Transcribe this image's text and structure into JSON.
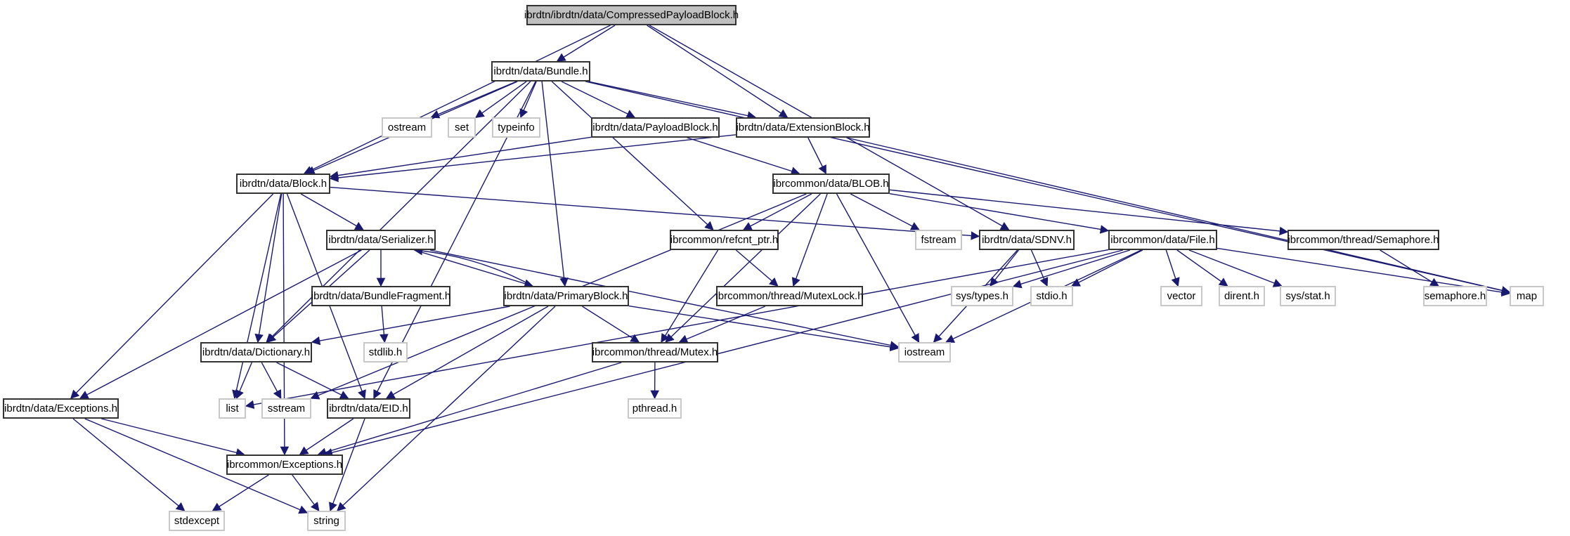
{
  "title": "ibrdtn/ibrdtn/data/CompressedPayloadBlock.h include dependency graph",
  "colors": {
    "edge": "#191970",
    "root_fill": "#bfbfbf",
    "project_border": "#333333",
    "system_border": "#c8c8c8"
  },
  "nodes": [
    {
      "id": "compressed",
      "label": "ibrdtn/ibrdtn/data/CompressedPayloadBlock.h",
      "kind": "root"
    },
    {
      "id": "bundle",
      "label": "ibrdtn/data/Bundle.h",
      "kind": "project"
    },
    {
      "id": "ostream",
      "label": "ostream",
      "kind": "system"
    },
    {
      "id": "set",
      "label": "set",
      "kind": "system"
    },
    {
      "id": "typeinfo",
      "label": "typeinfo",
      "kind": "system"
    },
    {
      "id": "payload",
      "label": "ibrdtn/data/PayloadBlock.h",
      "kind": "project"
    },
    {
      "id": "extension",
      "label": "ibrdtn/data/ExtensionBlock.h",
      "kind": "project"
    },
    {
      "id": "block",
      "label": "ibrdtn/data/Block.h",
      "kind": "project"
    },
    {
      "id": "blob",
      "label": "ibrcommon/data/BLOB.h",
      "kind": "project"
    },
    {
      "id": "serializer",
      "label": "ibrdtn/data/Serializer.h",
      "kind": "project"
    },
    {
      "id": "refcnt",
      "label": "ibrcommon/refcnt_ptr.h",
      "kind": "project"
    },
    {
      "id": "fstream",
      "label": "fstream",
      "kind": "system"
    },
    {
      "id": "sdnv",
      "label": "ibrdtn/data/SDNV.h",
      "kind": "project"
    },
    {
      "id": "file",
      "label": "ibrcommon/data/File.h",
      "kind": "project"
    },
    {
      "id": "semaphore",
      "label": "ibrcommon/thread/Semaphore.h",
      "kind": "project"
    },
    {
      "id": "fragment",
      "label": "ibrdtn/data/BundleFragment.h",
      "kind": "project"
    },
    {
      "id": "primary",
      "label": "ibrdtn/data/PrimaryBlock.h",
      "kind": "project"
    },
    {
      "id": "mutexlock",
      "label": "ibrcommon/thread/MutexLock.h",
      "kind": "project"
    },
    {
      "id": "systypes",
      "label": "sys/types.h",
      "kind": "system"
    },
    {
      "id": "stdio",
      "label": "stdio.h",
      "kind": "system"
    },
    {
      "id": "vector",
      "label": "vector",
      "kind": "system"
    },
    {
      "id": "dirent",
      "label": "dirent.h",
      "kind": "system"
    },
    {
      "id": "sysstat",
      "label": "sys/stat.h",
      "kind": "system"
    },
    {
      "id": "semaphoreh",
      "label": "semaphore.h",
      "kind": "system"
    },
    {
      "id": "map",
      "label": "map",
      "kind": "system"
    },
    {
      "id": "dictionary",
      "label": "ibrdtn/data/Dictionary.h",
      "kind": "project"
    },
    {
      "id": "stdlib",
      "label": "stdlib.h",
      "kind": "system"
    },
    {
      "id": "mutex",
      "label": "ibrcommon/thread/Mutex.h",
      "kind": "project"
    },
    {
      "id": "iostream",
      "label": "iostream",
      "kind": "system"
    },
    {
      "id": "exceptions",
      "label": "ibrdtn/data/Exceptions.h",
      "kind": "project"
    },
    {
      "id": "list",
      "label": "list",
      "kind": "system"
    },
    {
      "id": "sstream",
      "label": "sstream",
      "kind": "system"
    },
    {
      "id": "eid",
      "label": "ibrdtn/data/EID.h",
      "kind": "project"
    },
    {
      "id": "pthread",
      "label": "pthread.h",
      "kind": "system"
    },
    {
      "id": "icexceptions",
      "label": "ibrcommon/Exceptions.h",
      "kind": "project"
    },
    {
      "id": "stdexcept",
      "label": "stdexcept",
      "kind": "system"
    },
    {
      "id": "string",
      "label": "string",
      "kind": "system"
    }
  ],
  "edges": [
    [
      "compressed",
      "block"
    ],
    [
      "compressed",
      "bundle"
    ],
    [
      "compressed",
      "extension"
    ],
    [
      "compressed",
      "sdnv"
    ],
    [
      "bundle",
      "block"
    ],
    [
      "bundle",
      "dictionary"
    ],
    [
      "bundle",
      "ostream"
    ],
    [
      "bundle",
      "set"
    ],
    [
      "bundle",
      "typeinfo"
    ],
    [
      "bundle",
      "payload"
    ],
    [
      "bundle",
      "extension"
    ],
    [
      "bundle",
      "primary"
    ],
    [
      "bundle",
      "refcnt"
    ],
    [
      "bundle",
      "map"
    ],
    [
      "bundle",
      "eid"
    ],
    [
      "payload",
      "block"
    ],
    [
      "payload",
      "blob"
    ],
    [
      "extension",
      "block"
    ],
    [
      "extension",
      "blob"
    ],
    [
      "extension",
      "map"
    ],
    [
      "block",
      "exceptions"
    ],
    [
      "block",
      "serializer"
    ],
    [
      "block",
      "dictionary"
    ],
    [
      "block",
      "list"
    ],
    [
      "block",
      "eid"
    ],
    [
      "block",
      "icexceptions"
    ],
    [
      "block",
      "sdnv"
    ],
    [
      "blob",
      "refcnt"
    ],
    [
      "blob",
      "mutexlock"
    ],
    [
      "blob",
      "mutex"
    ],
    [
      "blob",
      "fstream"
    ],
    [
      "blob",
      "file"
    ],
    [
      "blob",
      "semaphore"
    ],
    [
      "blob",
      "iostream"
    ],
    [
      "blob",
      "sstream"
    ],
    [
      "serializer",
      "primary"
    ],
    [
      "serializer",
      "fragment"
    ],
    [
      "serializer",
      "dictionary"
    ],
    [
      "serializer",
      "exceptions"
    ],
    [
      "serializer",
      "iostream"
    ],
    [
      "primary",
      "serializer"
    ],
    [
      "primary",
      "dictionary"
    ],
    [
      "primary",
      "mutex"
    ],
    [
      "primary",
      "iostream"
    ],
    [
      "primary",
      "eid"
    ],
    [
      "primary",
      "string"
    ],
    [
      "refcnt",
      "mutexlock"
    ],
    [
      "refcnt",
      "mutex"
    ],
    [
      "mutexlock",
      "mutex"
    ],
    [
      "sdnv",
      "systypes"
    ],
    [
      "sdnv",
      "stdio"
    ],
    [
      "sdnv",
      "iostream"
    ],
    [
      "file",
      "systypes"
    ],
    [
      "file",
      "stdio"
    ],
    [
      "file",
      "vector"
    ],
    [
      "file",
      "dirent"
    ],
    [
      "file",
      "sysstat"
    ],
    [
      "file",
      "map"
    ],
    [
      "file",
      "iostream"
    ],
    [
      "file",
      "list"
    ],
    [
      "file",
      "icexceptions"
    ],
    [
      "semaphore",
      "semaphoreh"
    ],
    [
      "fragment",
      "stdlib"
    ],
    [
      "dictionary",
      "list"
    ],
    [
      "dictionary",
      "sstream"
    ],
    [
      "dictionary",
      "eid"
    ],
    [
      "mutex",
      "pthread"
    ],
    [
      "mutex",
      "icexceptions"
    ],
    [
      "eid",
      "icexceptions"
    ],
    [
      "eid",
      "string"
    ],
    [
      "exceptions",
      "icexceptions"
    ],
    [
      "exceptions",
      "stdexcept"
    ],
    [
      "exceptions",
      "string"
    ],
    [
      "icexceptions",
      "stdexcept"
    ],
    [
      "icexceptions",
      "string"
    ]
  ]
}
